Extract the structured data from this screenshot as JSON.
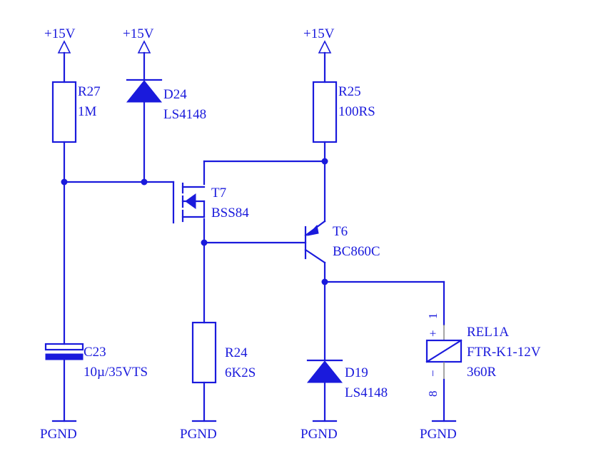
{
  "rails": {
    "vplus_1": "+15V",
    "vplus_2": "+15V",
    "vplus_3": "+15V"
  },
  "grounds": {
    "g1": "PGND",
    "g2": "PGND",
    "g3": "PGND",
    "g4": "PGND"
  },
  "components": {
    "r27": {
      "ref": "R27",
      "value": "1M"
    },
    "d24": {
      "ref": "D24",
      "value": "LS4148"
    },
    "r25": {
      "ref": "R25",
      "value": "100RS"
    },
    "t7": {
      "ref": "T7",
      "value": "BSS84"
    },
    "t6": {
      "ref": "T6",
      "value": "BC860C"
    },
    "c23": {
      "ref": "C23",
      "value": "10µ/35VTS"
    },
    "r24": {
      "ref": "R24",
      "value": "6K2S"
    },
    "d19": {
      "ref": "D19",
      "value": "LS4148"
    },
    "rel1a": {
      "ref": "REL1A",
      "model": "FTR-K1-12V",
      "value": "360R",
      "pin_plus": "+",
      "pin1": "1",
      "pin_minus": "−",
      "pin8": "8"
    }
  },
  "colors": {
    "wire": "#1a1adc",
    "pin_leads": "#808080",
    "background": "#ffffff"
  }
}
